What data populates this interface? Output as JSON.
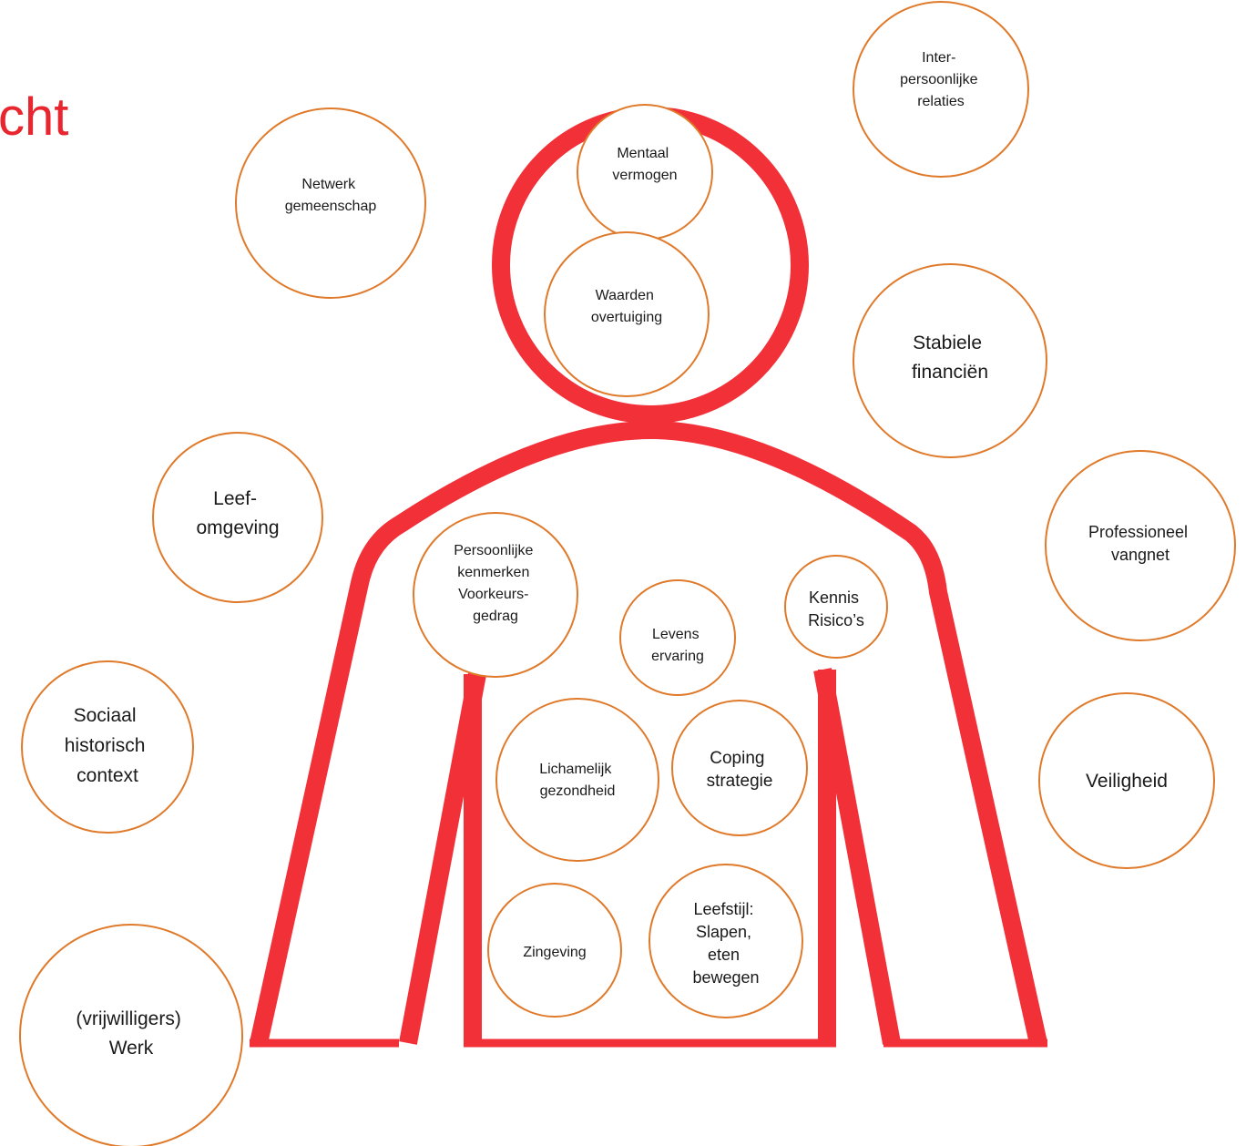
{
  "title": "cht",
  "colors": {
    "figure_outline": "#f23038",
    "bubble_border": "#e07a2b",
    "title": "#e8262f"
  },
  "bubbles": {
    "interpersoonlijke_relaties": [
      "Inter-",
      "persoonlijke",
      "relaties"
    ],
    "netwerk_gemeenschap": [
      "Netwerk",
      "gemeenschap"
    ],
    "mentaal_vermogen": [
      "Mentaal",
      "vermogen"
    ],
    "waarden_overtuiging": [
      "Waarden",
      "overtuiging"
    ],
    "stabiele_financien": [
      "Stabiele",
      "financiën"
    ],
    "leefomgeving": [
      "Leef-",
      "omgeving"
    ],
    "professioneel_vangnet": [
      "Professioneel",
      "vangnet"
    ],
    "persoonlijke_kenmerken": [
      "Persoonlijke",
      "kenmerken",
      "Voorkeurs-",
      "gedrag"
    ],
    "kennis_risicos": [
      "Kennis",
      "Risico’s"
    ],
    "levenservaring": [
      "Levens",
      "ervaring"
    ],
    "sociaal_historisch_context": [
      "Sociaal",
      "historisch",
      "context"
    ],
    "lichamelijk_gezondheid": [
      "Lichamelijk",
      "gezondheid"
    ],
    "coping_strategie": [
      "Coping",
      "strategie"
    ],
    "veiligheid": [
      "Veiligheid"
    ],
    "zingeving": [
      "Zingeving"
    ],
    "leefstijl": [
      "Leefstijl:",
      "Slapen,",
      "eten",
      "bewegen"
    ],
    "vrijwilligers_werk": [
      "(vrijwilligers)",
      "Werk"
    ]
  }
}
